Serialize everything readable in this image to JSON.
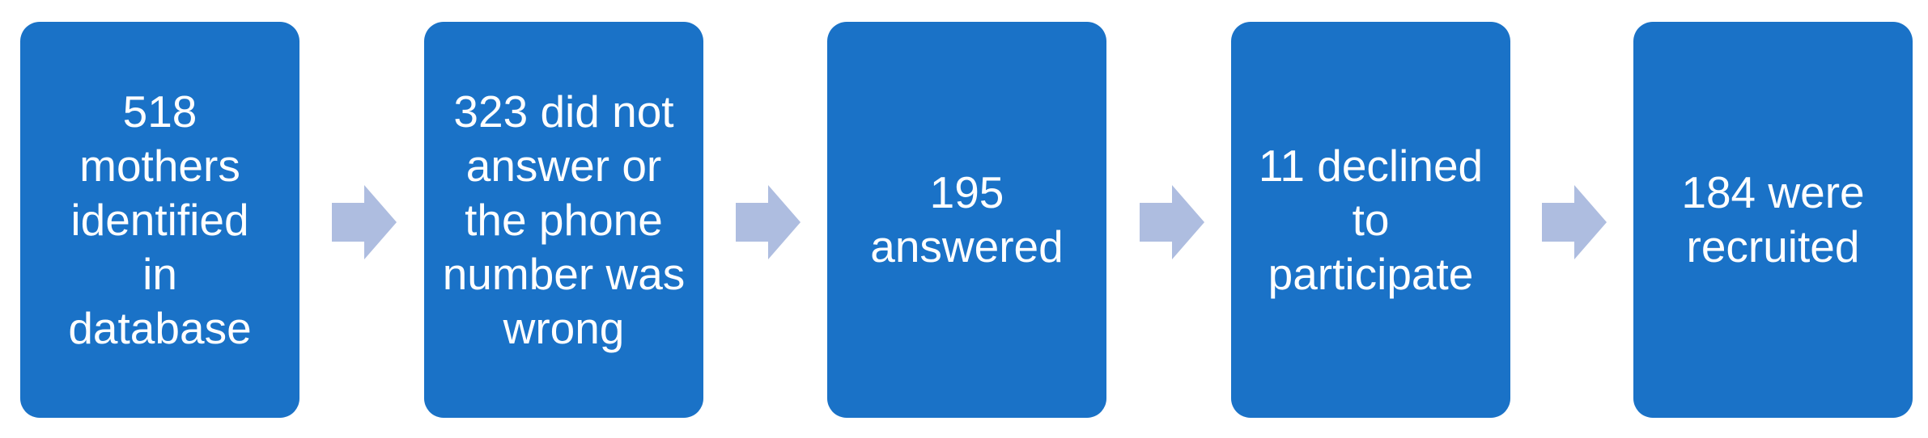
{
  "steps": [
    {
      "text": "518 mothers identified in database"
    },
    {
      "text": "323 did not answer or the phone number was wrong"
    },
    {
      "text": "195 answered"
    },
    {
      "text": "11 declined to participate"
    },
    {
      "text": "184 were recruited"
    }
  ],
  "colors": {
    "box_fill": "#1a72c7",
    "box_text": "#ffffff",
    "arrow_fill": "#aebde0",
    "background": "#ffffff"
  },
  "icons": {
    "connector": "right-arrow-icon"
  }
}
